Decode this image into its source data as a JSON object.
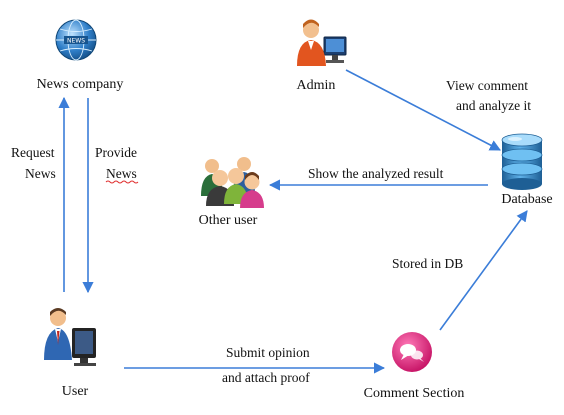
{
  "nodes": {
    "news_company": {
      "label": "News  company",
      "icon": "globe-news-icon"
    },
    "admin": {
      "label": "Admin",
      "icon": "admin-computer-icon"
    },
    "database": {
      "label": "Database",
      "icon": "database-icon"
    },
    "other_user": {
      "label": "Other user",
      "icon": "people-group-icon"
    },
    "user": {
      "label": "User",
      "icon": "user-computer-icon"
    },
    "comment_section": {
      "label": "Comment Section",
      "icon": "chat-bubble-icon"
    }
  },
  "edges": {
    "request_news": [
      "Request",
      "News"
    ],
    "provide_news": [
      "Provide",
      "News"
    ],
    "view_comment": [
      "View comment",
      "and analyze it"
    ],
    "show_result": "Show the  analyzed result",
    "stored_in_db": "Stored in DB",
    "submit_opinion": [
      "Submit opinion",
      "and attach proof"
    ]
  },
  "colors": {
    "arrow": "#3b7dd8",
    "comment_bubble": "#e3237b",
    "globe": "#2f7fc9",
    "database": "#2a78b8"
  }
}
